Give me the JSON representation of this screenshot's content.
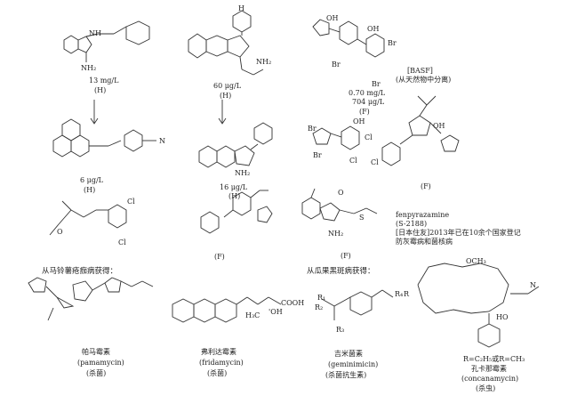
{
  "activity": {
    "c1": "13 mg/L",
    "c1_tag": "(H)",
    "c2": "60 μg/L",
    "c2_tag": "(H)",
    "c3a": "0.70 mg/L",
    "c3b": "704 μg/L",
    "c3_tag": "(F)",
    "c4": "6  μg/L",
    "c4_tag": "(H)",
    "c5": "16 μg/L",
    "c5_tag": "(H)",
    "c7_tag": "(F)",
    "c9_tag": "(F)",
    "c11_tag": "(F)"
  },
  "notes": {
    "basf": "[BASF]",
    "basf_sub": "(从天然物中分离)",
    "fenpyr_name": "fenpyrazamine",
    "fenpyr_code": "(S-2188)",
    "fenpyr_line1": "[日本住友]2013年已在10余个国家登记",
    "fenpyr_line2": "防灰霉病和菌核病"
  },
  "sections": {
    "s1": "从马铃薯疮痂病获得：",
    "s2": "从瓜果黑斑病获得："
  },
  "natural_products": [
    {
      "cn": "帕马霉素",
      "en": "(pamamycin)",
      "use": "(杀菌)"
    },
    {
      "cn": "弗利达霉素",
      "en": "(fridamycin)",
      "use": "(杀菌)"
    },
    {
      "cn": "吉米菌素",
      "en": "(geminimicin)",
      "use": "(杀菌抗生素)"
    },
    {
      "sub": "R=C₂H₅或R=CH₃",
      "cn": "孔卡那霉素",
      "en": "(concanamycin)",
      "use": "(杀虫)"
    }
  ],
  "atoms": {
    "nh": "NH",
    "h": "H",
    "n": "N",
    "nh2": "NH₂",
    "cl": "Cl",
    "br": "Br",
    "oh": "OH",
    "och3": "OCH₃",
    "cooh": "COOH",
    "o": "O",
    "s": "S",
    "r": "R",
    "r1": "R₁",
    "r2": "R₂",
    "r3": "R₃",
    "r4": "R₄",
    "h3c": "H₃C",
    "ho": "HO",
    "oh2": "'OH"
  }
}
